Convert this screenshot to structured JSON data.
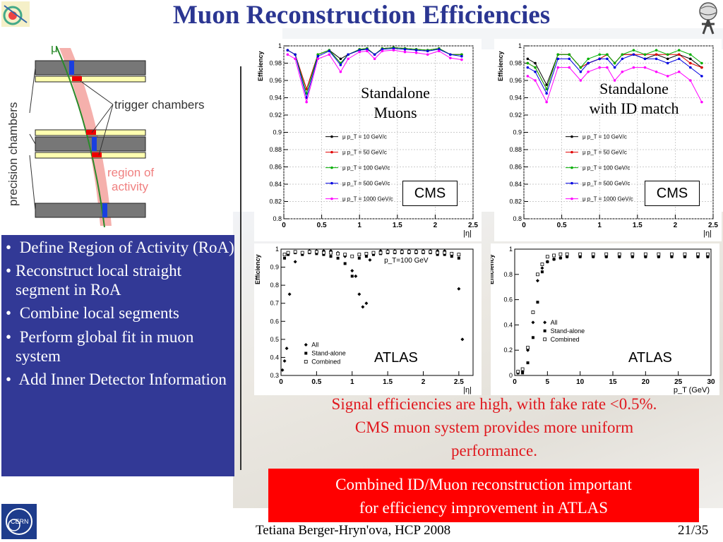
{
  "slide": {
    "title": "Muon Reconstruction Efficiencies",
    "footer": "Tetiana Berger-Hryn'ova, HCP 2008",
    "page": "21/35"
  },
  "schematic": {
    "mu_label": "μ",
    "trigger_label": "trigger chambers",
    "precision_label": "precision chambers",
    "region_label_1": "region of",
    "region_label_2": "activity"
  },
  "bullets": [
    {
      "bullet": "•",
      "text": " Define Region of Activity (RoA)"
    },
    {
      "bullet": "•",
      "text": "Reconstruct local straight  segment in RoA"
    },
    {
      "bullet": "•",
      "text": " Combine local segments"
    },
    {
      "bullet": "•",
      "text": " Perform global fit in muon system"
    },
    {
      "bullet": "•",
      "text": " Add Inner Detector Information"
    }
  ],
  "labels": {
    "cms1_title_1": "Standalone",
    "cms1_title_2": "Muons",
    "cms2_title_1": "Standalone",
    "cms2_title_2": "with ID match",
    "cms": "CMS",
    "atlas": "ATLAS"
  },
  "conclusion": {
    "red_line_1": "Signal efficiencies are high, with fake rate <0.5%.",
    "red_line_2": "CMS muon system provides more uniform",
    "red_line_3": "performance.",
    "box_line_1": "Combined ID/Muon  reconstruction important",
    "box_line_2": "for efficiency improvement in ATLAS"
  },
  "colors": {
    "title": "#2b3692",
    "bullet_bg": "#323996",
    "red": "#e0181e",
    "box": "#ff0000"
  },
  "chart_data": [
    {
      "type": "line",
      "xlabel": "|η|",
      "ylabel": "Efficiency",
      "xlim": [
        0,
        2.5
      ],
      "ylim": [
        0.8,
        1.0
      ],
      "xticks": [
        "0",
        "0.5",
        "1",
        "1.5",
        "2",
        "2.5"
      ],
      "yticks": [
        "0.8",
        "0.82",
        "0.84",
        "0.86",
        "0.88",
        "0.9",
        "0.92",
        "0.94",
        "0.96",
        "0.98",
        "1"
      ],
      "x": [
        0.05,
        0.15,
        0.3,
        0.45,
        0.6,
        0.75,
        0.85,
        1.0,
        1.1,
        1.2,
        1.3,
        1.45,
        1.6,
        1.75,
        1.9,
        2.05,
        2.2,
        2.35
      ],
      "series": [
        {
          "name": "μ p_T = 10 GeV/c",
          "color": "#000000",
          "values": [
            0.995,
            0.99,
            0.95,
            0.99,
            0.995,
            0.985,
            0.99,
            0.995,
            0.997,
            0.99,
            0.997,
            0.998,
            0.997,
            0.996,
            0.995,
            0.997,
            0.99,
            0.99
          ]
        },
        {
          "name": "μ p_T = 50 GeV/c",
          "color": "#e00000",
          "values": [
            0.995,
            0.99,
            0.95,
            0.99,
            0.995,
            0.98,
            0.99,
            0.996,
            0.997,
            0.99,
            0.997,
            0.998,
            0.997,
            0.996,
            0.995,
            0.997,
            0.99,
            0.99
          ]
        },
        {
          "name": "μ p_T = 100 GeV/c",
          "color": "#00b000",
          "values": [
            0.995,
            0.99,
            0.945,
            0.99,
            0.995,
            0.98,
            0.99,
            0.996,
            0.997,
            0.99,
            0.997,
            0.998,
            0.997,
            0.996,
            0.995,
            0.997,
            0.99,
            0.99
          ]
        },
        {
          "name": "μ p_T = 500 GeV/c",
          "color": "#0000e0",
          "values": [
            0.995,
            0.99,
            0.94,
            0.988,
            0.994,
            0.978,
            0.99,
            0.995,
            0.996,
            0.99,
            0.996,
            0.997,
            0.996,
            0.995,
            0.994,
            0.996,
            0.99,
            0.988
          ]
        },
        {
          "name": "μ p_T = 1000 GeV/c",
          "color": "#ff00ff",
          "values": [
            0.99,
            0.985,
            0.935,
            0.985,
            0.99,
            0.97,
            0.985,
            0.993,
            0.994,
            0.985,
            0.994,
            0.995,
            0.993,
            0.992,
            0.99,
            0.994,
            0.986,
            0.984
          ]
        }
      ]
    },
    {
      "type": "line",
      "xlabel": "|η|",
      "ylabel": "Efficiency",
      "xlim": [
        0,
        2.5
      ],
      "ylim": [
        0.8,
        1.0
      ],
      "xticks": [
        "0",
        "0.5",
        "1",
        "1.5",
        "2",
        "2.5"
      ],
      "yticks": [
        "0.8",
        "0.82",
        "0.84",
        "0.86",
        "0.88",
        "0.9",
        "0.92",
        "0.94",
        "0.96",
        "0.98",
        "1"
      ],
      "x": [
        0.05,
        0.15,
        0.3,
        0.45,
        0.6,
        0.75,
        0.85,
        1.0,
        1.1,
        1.2,
        1.3,
        1.45,
        1.6,
        1.75,
        1.9,
        2.05,
        2.2,
        2.35
      ],
      "series": [
        {
          "name": "μ p_T = 10 GeV/c",
          "color": "#000000",
          "values": [
            0.985,
            0.98,
            0.955,
            0.99,
            0.99,
            0.975,
            0.98,
            0.985,
            0.99,
            0.98,
            0.99,
            0.99,
            0.985,
            0.99,
            0.985,
            0.99,
            0.985,
            0.975
          ]
        },
        {
          "name": "μ p_T = 50 GeV/c",
          "color": "#e00000",
          "values": [
            0.98,
            0.975,
            0.95,
            0.99,
            0.99,
            0.975,
            0.98,
            0.985,
            0.99,
            0.98,
            0.99,
            0.99,
            0.99,
            0.99,
            0.99,
            0.99,
            0.98,
            0.975
          ]
        },
        {
          "name": "μ p_T = 100 GeV/c",
          "color": "#00b000",
          "values": [
            0.98,
            0.975,
            0.95,
            0.99,
            0.99,
            0.975,
            0.985,
            0.99,
            0.99,
            0.98,
            0.99,
            0.995,
            0.99,
            0.995,
            0.99,
            0.995,
            0.99,
            0.98
          ]
        },
        {
          "name": "μ p_T = 500 GeV/c",
          "color": "#0000e0",
          "values": [
            0.975,
            0.97,
            0.945,
            0.985,
            0.985,
            0.97,
            0.98,
            0.985,
            0.985,
            0.975,
            0.985,
            0.99,
            0.985,
            0.985,
            0.98,
            0.985,
            0.975,
            0.965
          ]
        },
        {
          "name": "μ p_T = 1000 GeV/c",
          "color": "#ff00ff",
          "values": [
            0.965,
            0.96,
            0.935,
            0.975,
            0.975,
            0.96,
            0.97,
            0.975,
            0.975,
            0.96,
            0.97,
            0.975,
            0.975,
            0.97,
            0.965,
            0.97,
            0.96,
            0.935
          ]
        }
      ]
    },
    {
      "type": "scatter",
      "xlabel": "|η|",
      "ylabel": "Efficiency",
      "annotation": "p_T=100 GeV",
      "xlim": [
        0,
        2.7
      ],
      "ylim": [
        0.3,
        1.0
      ],
      "xticks": [
        "0",
        "0.5",
        "1",
        "1.5",
        "2",
        "2.5"
      ],
      "yticks": [
        "0.3",
        "0.4",
        "0.5",
        "0.6",
        "0.7",
        "0.8",
        "0.9",
        "1"
      ],
      "series": [
        {
          "name": "All",
          "marker": "diamond",
          "x": [
            0.02,
            0.05,
            0.08,
            0.12,
            0.2,
            0.3,
            0.4,
            0.5,
            0.6,
            0.7,
            0.8,
            0.9,
            1.0,
            1.05,
            1.1,
            1.15,
            1.2,
            1.25,
            1.3,
            1.4,
            1.5,
            1.6,
            1.7,
            1.8,
            1.9,
            2.0,
            2.1,
            2.2,
            2.3,
            2.4,
            2.5,
            2.55
          ],
          "values": [
            0.33,
            0.38,
            0.45,
            0.75,
            0.93,
            0.98,
            0.99,
            0.99,
            0.99,
            0.99,
            0.98,
            0.96,
            0.88,
            0.85,
            0.75,
            0.68,
            0.7,
            0.94,
            0.98,
            0.99,
            0.99,
            0.99,
            0.99,
            0.99,
            0.99,
            0.99,
            0.99,
            0.99,
            0.99,
            0.97,
            0.78,
            0.5
          ]
        },
        {
          "name": "Stand-alone",
          "marker": "square",
          "x": [
            0.05,
            0.1,
            0.2,
            0.3,
            0.4,
            0.5,
            0.6,
            0.7,
            0.8,
            0.9,
            1.0,
            1.1,
            1.2,
            1.3,
            1.4,
            1.5,
            1.6,
            1.7,
            1.8,
            1.9,
            2.0,
            2.1,
            2.2,
            2.3,
            2.4,
            2.5
          ],
          "values": [
            0.95,
            0.97,
            0.98,
            0.97,
            0.98,
            0.975,
            0.97,
            0.96,
            0.95,
            0.92,
            0.85,
            0.95,
            0.96,
            0.97,
            0.975,
            0.98,
            0.98,
            0.98,
            0.98,
            0.98,
            0.98,
            0.98,
            0.97,
            0.97,
            0.96,
            0.95
          ]
        },
        {
          "name": "Combined",
          "marker": "open-square",
          "x": [
            0.05,
            0.1,
            0.2,
            0.3,
            0.4,
            0.5,
            0.6,
            0.7,
            0.8,
            0.9,
            1.0,
            1.1,
            1.2,
            1.3,
            1.4,
            1.5,
            1.6,
            1.7,
            1.8,
            1.9,
            2.0,
            2.1,
            2.2,
            2.3,
            2.4,
            2.5
          ],
          "values": [
            0.97,
            0.98,
            0.985,
            0.98,
            0.985,
            0.985,
            0.98,
            0.98,
            0.975,
            0.97,
            0.96,
            0.97,
            0.975,
            0.98,
            0.98,
            0.985,
            0.985,
            0.985,
            0.985,
            0.985,
            0.985,
            0.985,
            0.98,
            0.98,
            0.975,
            0.97
          ]
        }
      ]
    },
    {
      "type": "scatter",
      "xlabel": "p_T (GeV)",
      "ylabel": "Efficiency",
      "xlim": [
        0,
        30
      ],
      "ylim": [
        0,
        1.0
      ],
      "xticks": [
        "0",
        "5",
        "10",
        "15",
        "20",
        "25",
        "30"
      ],
      "yticks": [
        "0",
        "0.2",
        "0.4",
        "0.6",
        "0.8",
        "1"
      ],
      "series": [
        {
          "name": "All",
          "marker": "diamond",
          "x": [
            0.5,
            1.2,
            2,
            2.8,
            3.5,
            4.2,
            5,
            6,
            7,
            8,
            10,
            12,
            14,
            16,
            18,
            20,
            22,
            24,
            26,
            28,
            29.5
          ],
          "values": [
            0.02,
            0.03,
            0.2,
            0.42,
            0.75,
            0.85,
            0.9,
            0.92,
            0.93,
            0.94,
            0.94,
            0.94,
            0.94,
            0.94,
            0.94,
            0.94,
            0.94,
            0.94,
            0.94,
            0.94,
            0.94
          ]
        },
        {
          "name": "Stand-alone",
          "marker": "square",
          "x": [
            0.5,
            1.2,
            2,
            2.8,
            3.5,
            4.2,
            5,
            6,
            7,
            8,
            10,
            12,
            14,
            16,
            18,
            20,
            22,
            24,
            26,
            28,
            29.5
          ],
          "values": [
            0.02,
            0.02,
            0.1,
            0.3,
            0.58,
            0.82,
            0.9,
            0.92,
            0.93,
            0.94,
            0.94,
            0.94,
            0.94,
            0.94,
            0.94,
            0.94,
            0.94,
            0.94,
            0.94,
            0.94,
            0.94
          ]
        },
        {
          "name": "Combined",
          "marker": "open-square",
          "x": [
            0.5,
            1.2,
            2,
            2.8,
            3.5,
            4.2,
            5,
            6,
            7,
            8,
            10,
            12,
            14,
            16,
            18,
            20,
            22,
            24,
            26,
            28,
            29.5
          ],
          "values": [
            0.03,
            0.05,
            0.22,
            0.5,
            0.8,
            0.88,
            0.94,
            0.95,
            0.96,
            0.96,
            0.96,
            0.96,
            0.96,
            0.96,
            0.96,
            0.96,
            0.96,
            0.96,
            0.96,
            0.96,
            0.96
          ]
        }
      ]
    }
  ]
}
